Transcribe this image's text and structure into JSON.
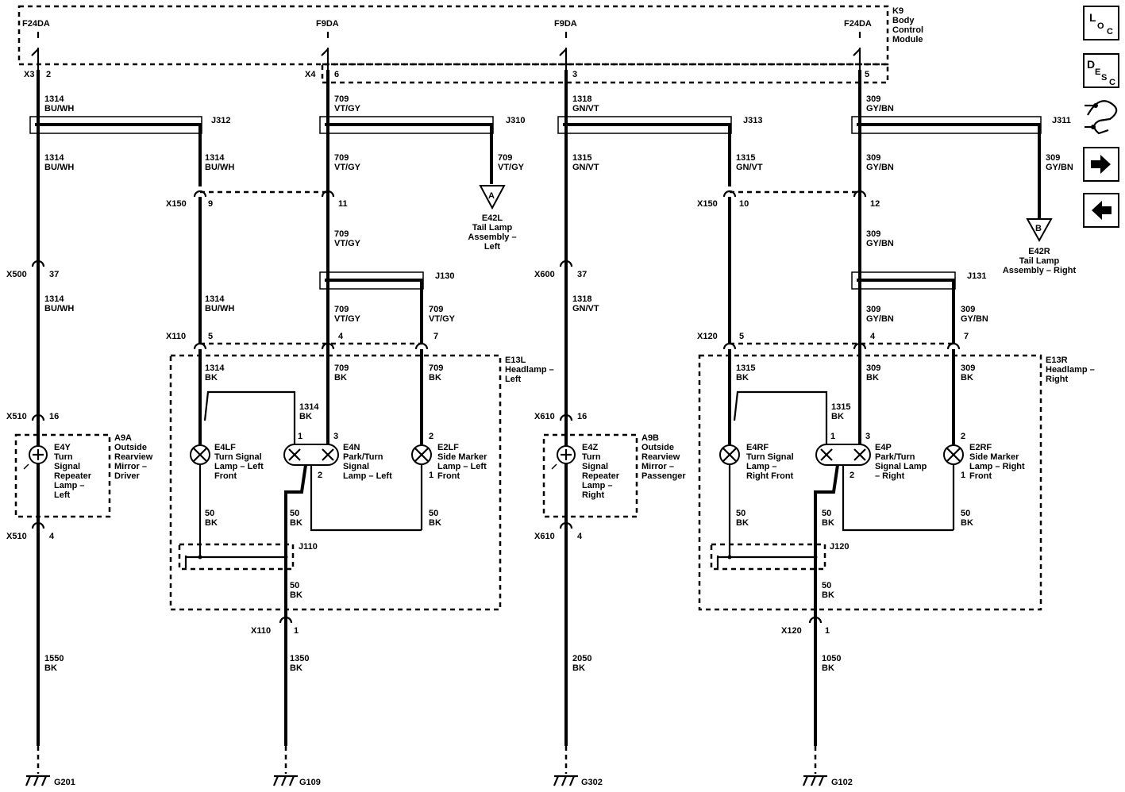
{
  "module": {
    "name_lines": [
      "K9",
      "Body",
      "Control",
      "Module"
    ],
    "fuses": [
      "F24DA",
      "F9DA",
      "F9DA",
      "F24DA"
    ],
    "connectors": [
      "X3",
      "X4"
    ],
    "pins": [
      "2",
      "6",
      "3",
      "5"
    ]
  },
  "wires": {
    "w1": {
      "circuit": "1314",
      "color": "BU/WH"
    },
    "w2": {
      "circuit": "709",
      "color": "VT/GY"
    },
    "w3": {
      "circuit": "1318",
      "color": "GN/VT"
    },
    "w3b": {
      "circuit": "1315",
      "color": "GN/VT"
    },
    "w4": {
      "circuit": "309",
      "color": "GY/BN"
    },
    "gnd50": {
      "circuit": "50",
      "color": "BK"
    },
    "gnd1": {
      "circuit": "1550",
      "color": "BK"
    },
    "gnd2": {
      "circuit": "1350",
      "color": "BK"
    },
    "gnd3": {
      "circuit": "2050",
      "color": "BK"
    },
    "gnd4": {
      "circuit": "1050",
      "color": "BK"
    },
    "bk1314": {
      "circuit": "1314",
      "color": "BK"
    },
    "bk709": {
      "circuit": "709",
      "color": "BK"
    },
    "bk1315": {
      "circuit": "1315",
      "color": "BK"
    },
    "bk309": {
      "circuit": "309",
      "color": "BK"
    }
  },
  "splices": [
    "J312",
    "J310",
    "J313",
    "J311",
    "J130",
    "J131",
    "J110",
    "J120"
  ],
  "inline": {
    "x150": "X150",
    "x500": "X500",
    "x110": "X110",
    "x120": "X120",
    "x510": "X510",
    "x610": "X610",
    "p9": "9",
    "p11": "11",
    "p10": "10",
    "p12": "12",
    "p37": "37",
    "p16": "16",
    "p4": "4",
    "p5": "5",
    "p7": "7",
    "p1": "1",
    "p2": "2",
    "p3": "3"
  },
  "offpage": {
    "a": {
      "letter": "A",
      "lines": [
        "E42L",
        "Tail Lamp",
        "Assembly –",
        "Left"
      ]
    },
    "b": {
      "letter": "B",
      "lines": [
        "E42R",
        "Tail Lamp",
        "Assembly – Right"
      ]
    }
  },
  "components": {
    "e4y": [
      "E4Y",
      "Turn",
      "Signal",
      "Repeater",
      "Lamp –",
      "Left"
    ],
    "a9a": [
      "A9A",
      "Outside",
      "Rearview",
      "Mirror –",
      "Driver"
    ],
    "e4lf": [
      "E4LF",
      "Turn Signal",
      "Lamp – Left",
      "Front"
    ],
    "e4n": [
      "E4N",
      "Park/Turn",
      "Signal",
      "Lamp – Left"
    ],
    "e2lf": [
      "E2LF",
      "Side Marker",
      "Lamp – Left",
      "Front"
    ],
    "e13l": [
      "E13L",
      "Headlamp –",
      "Left"
    ],
    "e4z": [
      "E4Z",
      "Turn",
      "Signal",
      "Repeater",
      "Lamp –",
      "Right"
    ],
    "a9b": [
      "A9B",
      "Outside",
      "Rearview",
      "Mirror –",
      "Passenger"
    ],
    "e4rf": [
      "E4RF",
      "Turn Signal",
      "Lamp –",
      "Right Front"
    ],
    "e4p": [
      "E4P",
      "Park/Turn",
      "Signal Lamp",
      "– Right"
    ],
    "e2rf": [
      "E2RF",
      "Side Marker",
      "Lamp – Right",
      "Front"
    ],
    "e13r": [
      "E13R",
      "Headlamp –",
      "Right"
    ]
  },
  "grounds": [
    "G201",
    "G109",
    "G302",
    "G102"
  ],
  "nav": {
    "loc": {
      "big": "L",
      "small": "O",
      "small2": "C"
    },
    "desc": {
      "big": "D",
      "small": "E",
      "small2": "S",
      "small3": "C"
    },
    "icons": [
      "connector-icon",
      "arrow-right-icon",
      "arrow-left-icon"
    ]
  }
}
